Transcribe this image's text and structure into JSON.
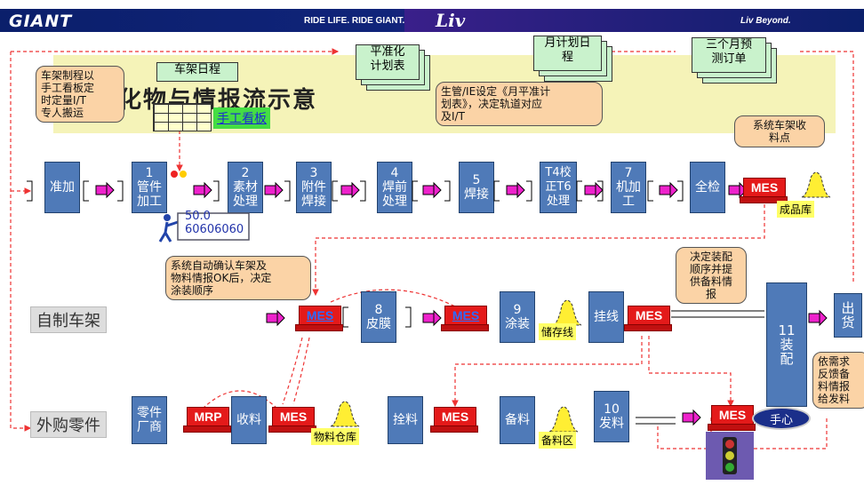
{
  "header": {
    "brand": "GIANT",
    "tagline": "RIDE LIFE. RIDE GIANT.",
    "liv": "Liv",
    "liv_tag": "Liv Beyond."
  },
  "title": "计化物与情报流示意",
  "docs": {
    "frame_schedule": "车架日程",
    "manual_kanban": "手工看板",
    "level_plan": "平准化\n计划表",
    "monthly_plan": "月计划日\n程",
    "forecast": "三个月预\n测订单"
  },
  "callouts": {
    "frame_note": "车架制程以\n手工看板定\n时定量I/T\n专人搬运",
    "ie_note": "生管/IE设定《月平准计\n划表》，决定轨道对应\n及I/T",
    "collect_note": "系统车架收\n料点",
    "confirm_note": "系统自动确认车架及\n物料情报OK后，决定\n涂装顺序",
    "assembly_note": "决定装配\n顺序并提\n供备料情\n报",
    "demand_note": "依需求\n反馈备\n料情报\n给发料"
  },
  "row1": [
    "准加",
    "1\n管件\n加工",
    "2\n素材\n处理",
    "3\n附件\n焊接",
    "4\n焊前\n处理",
    "5\n焊接",
    "T4校\n正T6\n处理",
    "7\n机加\n工",
    "全检"
  ],
  "row2": [
    "8\n皮膜",
    "9\n涂装",
    "挂线",
    "11\n装\n配",
    "出\n货"
  ],
  "row3": [
    "零件\n厂商",
    "收料",
    "拴料",
    "备料",
    "10\n发料"
  ],
  "tags": {
    "mes": "MES",
    "mrp": "MRP",
    "finished": "成品库",
    "storage": "储存线",
    "material": "物料仓库",
    "prep": "备料区",
    "center": "手心",
    "counter": "50.0\n60606060"
  },
  "row_labels": {
    "self_frame": "自制车架",
    "purchased": "外购零件"
  }
}
